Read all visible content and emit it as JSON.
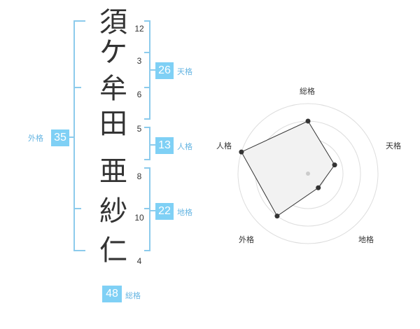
{
  "name": {
    "characters": [
      {
        "char": "須",
        "strokes": "12"
      },
      {
        "char": "ケ",
        "strokes": "3"
      },
      {
        "char": "牟",
        "strokes": "6"
      },
      {
        "char": "田",
        "strokes": "5"
      },
      {
        "char": "亜",
        "strokes": "8"
      },
      {
        "char": "紗",
        "strokes": "10"
      },
      {
        "char": "仁",
        "strokes": "4"
      }
    ]
  },
  "kaku": {
    "tenkaku": {
      "value": "26",
      "label": "天格"
    },
    "jinkaku": {
      "value": "13",
      "label": "人格"
    },
    "chikaku": {
      "value": "22",
      "label": "地格"
    },
    "gaikaku": {
      "value": "35",
      "label": "外格"
    },
    "soukaku": {
      "value": "48",
      "label": "総格"
    }
  },
  "radar": {
    "axis_labels": [
      "総格",
      "天格",
      "地格",
      "外格",
      "人格"
    ],
    "levels": 4,
    "values": [
      0.75,
      0.4,
      0.25,
      0.75,
      1.0
    ]
  },
  "colors": {
    "accent": "#7fd0f5",
    "label_text": "#66b5e2",
    "bracket": "#8ccbec"
  }
}
